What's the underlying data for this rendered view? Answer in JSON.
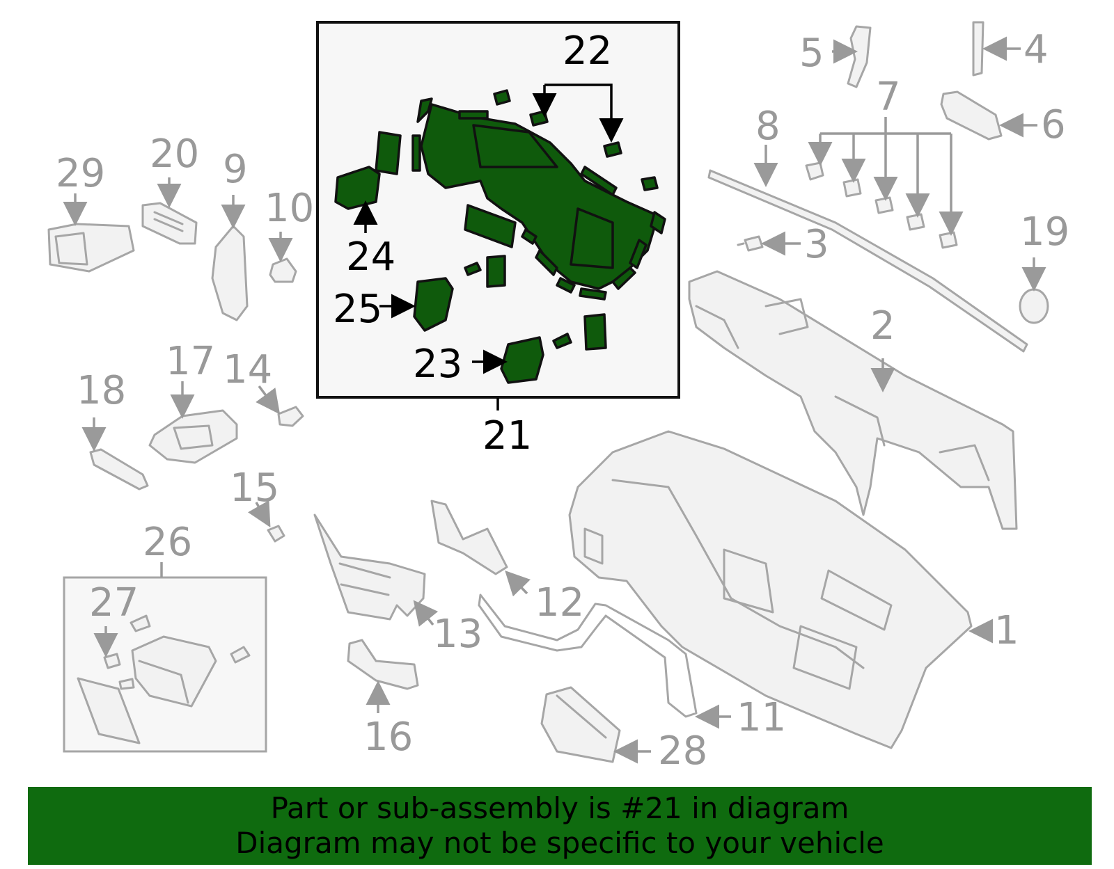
{
  "callouts": {
    "n1": "1",
    "n2": "2",
    "n3": "3",
    "n4": "4",
    "n5": "5",
    "n6": "6",
    "n7": "7",
    "n8": "8",
    "n9": "9",
    "n10": "10",
    "n11": "11",
    "n12": "12",
    "n13": "13",
    "n14": "14",
    "n15": "15",
    "n16": "16",
    "n17": "17",
    "n18": "18",
    "n19": "19",
    "n20": "20",
    "n21": "21",
    "n22": "22",
    "n23": "23",
    "n24": "24",
    "n25": "25",
    "n26": "26",
    "n27": "27",
    "n28": "28",
    "n29": "29"
  },
  "highlighted_part": "21",
  "colors": {
    "highlight_fill": "#0f5a0c",
    "banner_background": "#0f6b0f",
    "callout_gray": "#999999"
  },
  "banner": {
    "line1": "Part or sub-assembly is #21 in diagram",
    "line2": "Diagram may not be specific to your vehicle"
  }
}
